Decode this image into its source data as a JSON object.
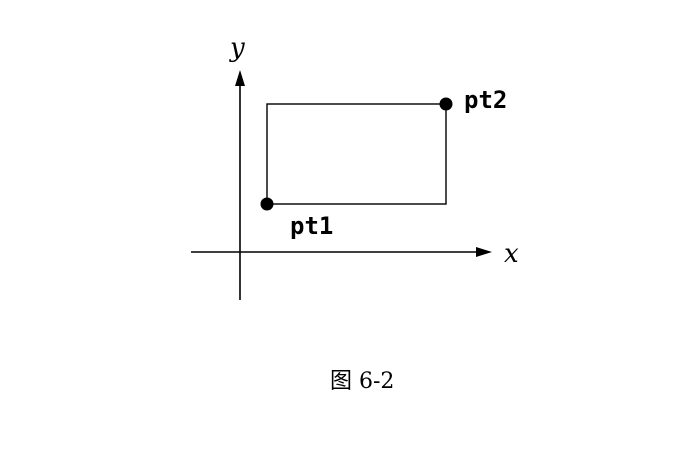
{
  "figure": {
    "x_axis_label": "x",
    "y_axis_label": "y",
    "points": [
      {
        "label": "pt1"
      },
      {
        "label": "pt2"
      }
    ],
    "caption": "图 6-2"
  }
}
